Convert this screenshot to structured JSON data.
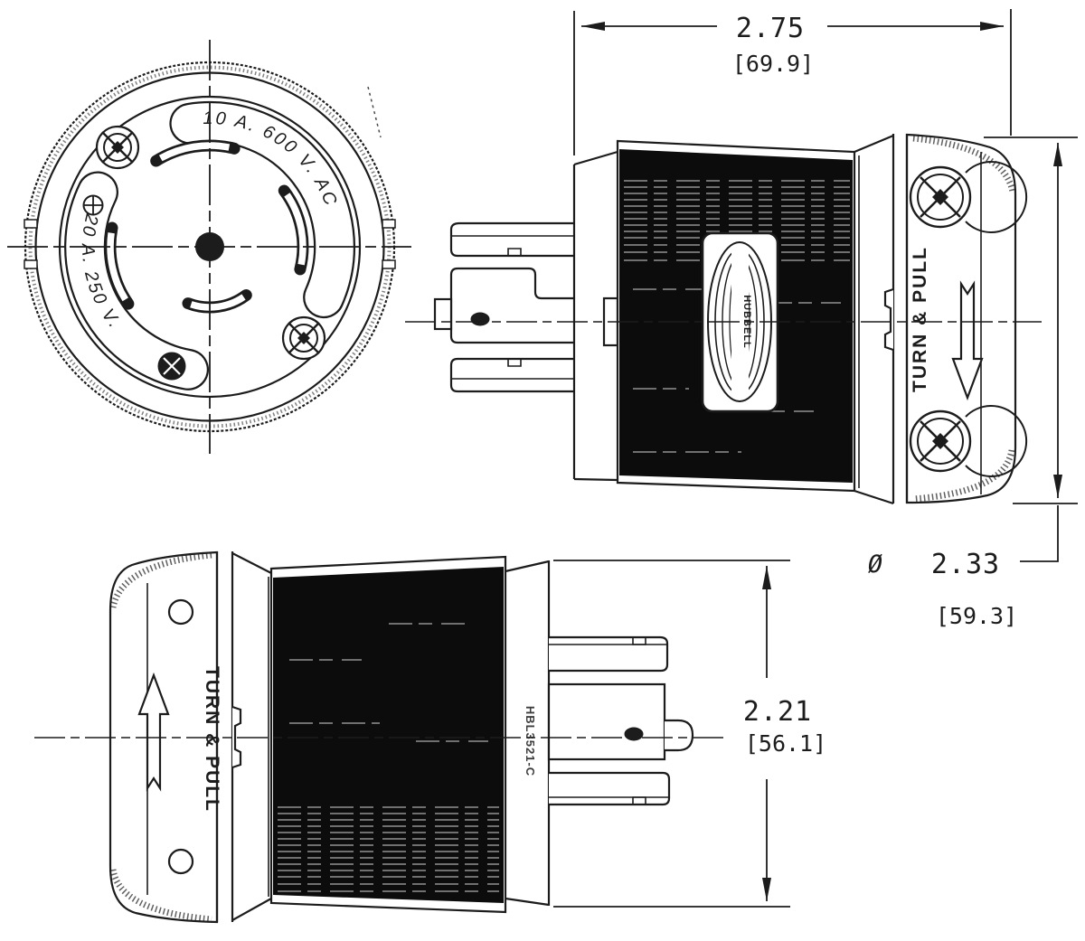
{
  "drawing": {
    "ink_color": "#1c1c1c",
    "body_fill": "#0c0c0c",
    "views": {
      "face": {
        "rating_line1": "10 A. 600 V. AC",
        "rating_line2": "20 A. 250 V."
      },
      "side": {
        "instruction": "TURN & PULL",
        "brand": "HUBBELL"
      },
      "back": {
        "instruction": "TURN & PULL",
        "model": "HBL3521-C"
      }
    },
    "dimensions": {
      "length_in": "2.75",
      "length_mm": "[69.9]",
      "diameter_symbol": "Ø",
      "diameter_in": "2.33",
      "diameter_mm": "[59.3]",
      "body_in": "2.21",
      "body_mm": "[56.1]"
    }
  }
}
